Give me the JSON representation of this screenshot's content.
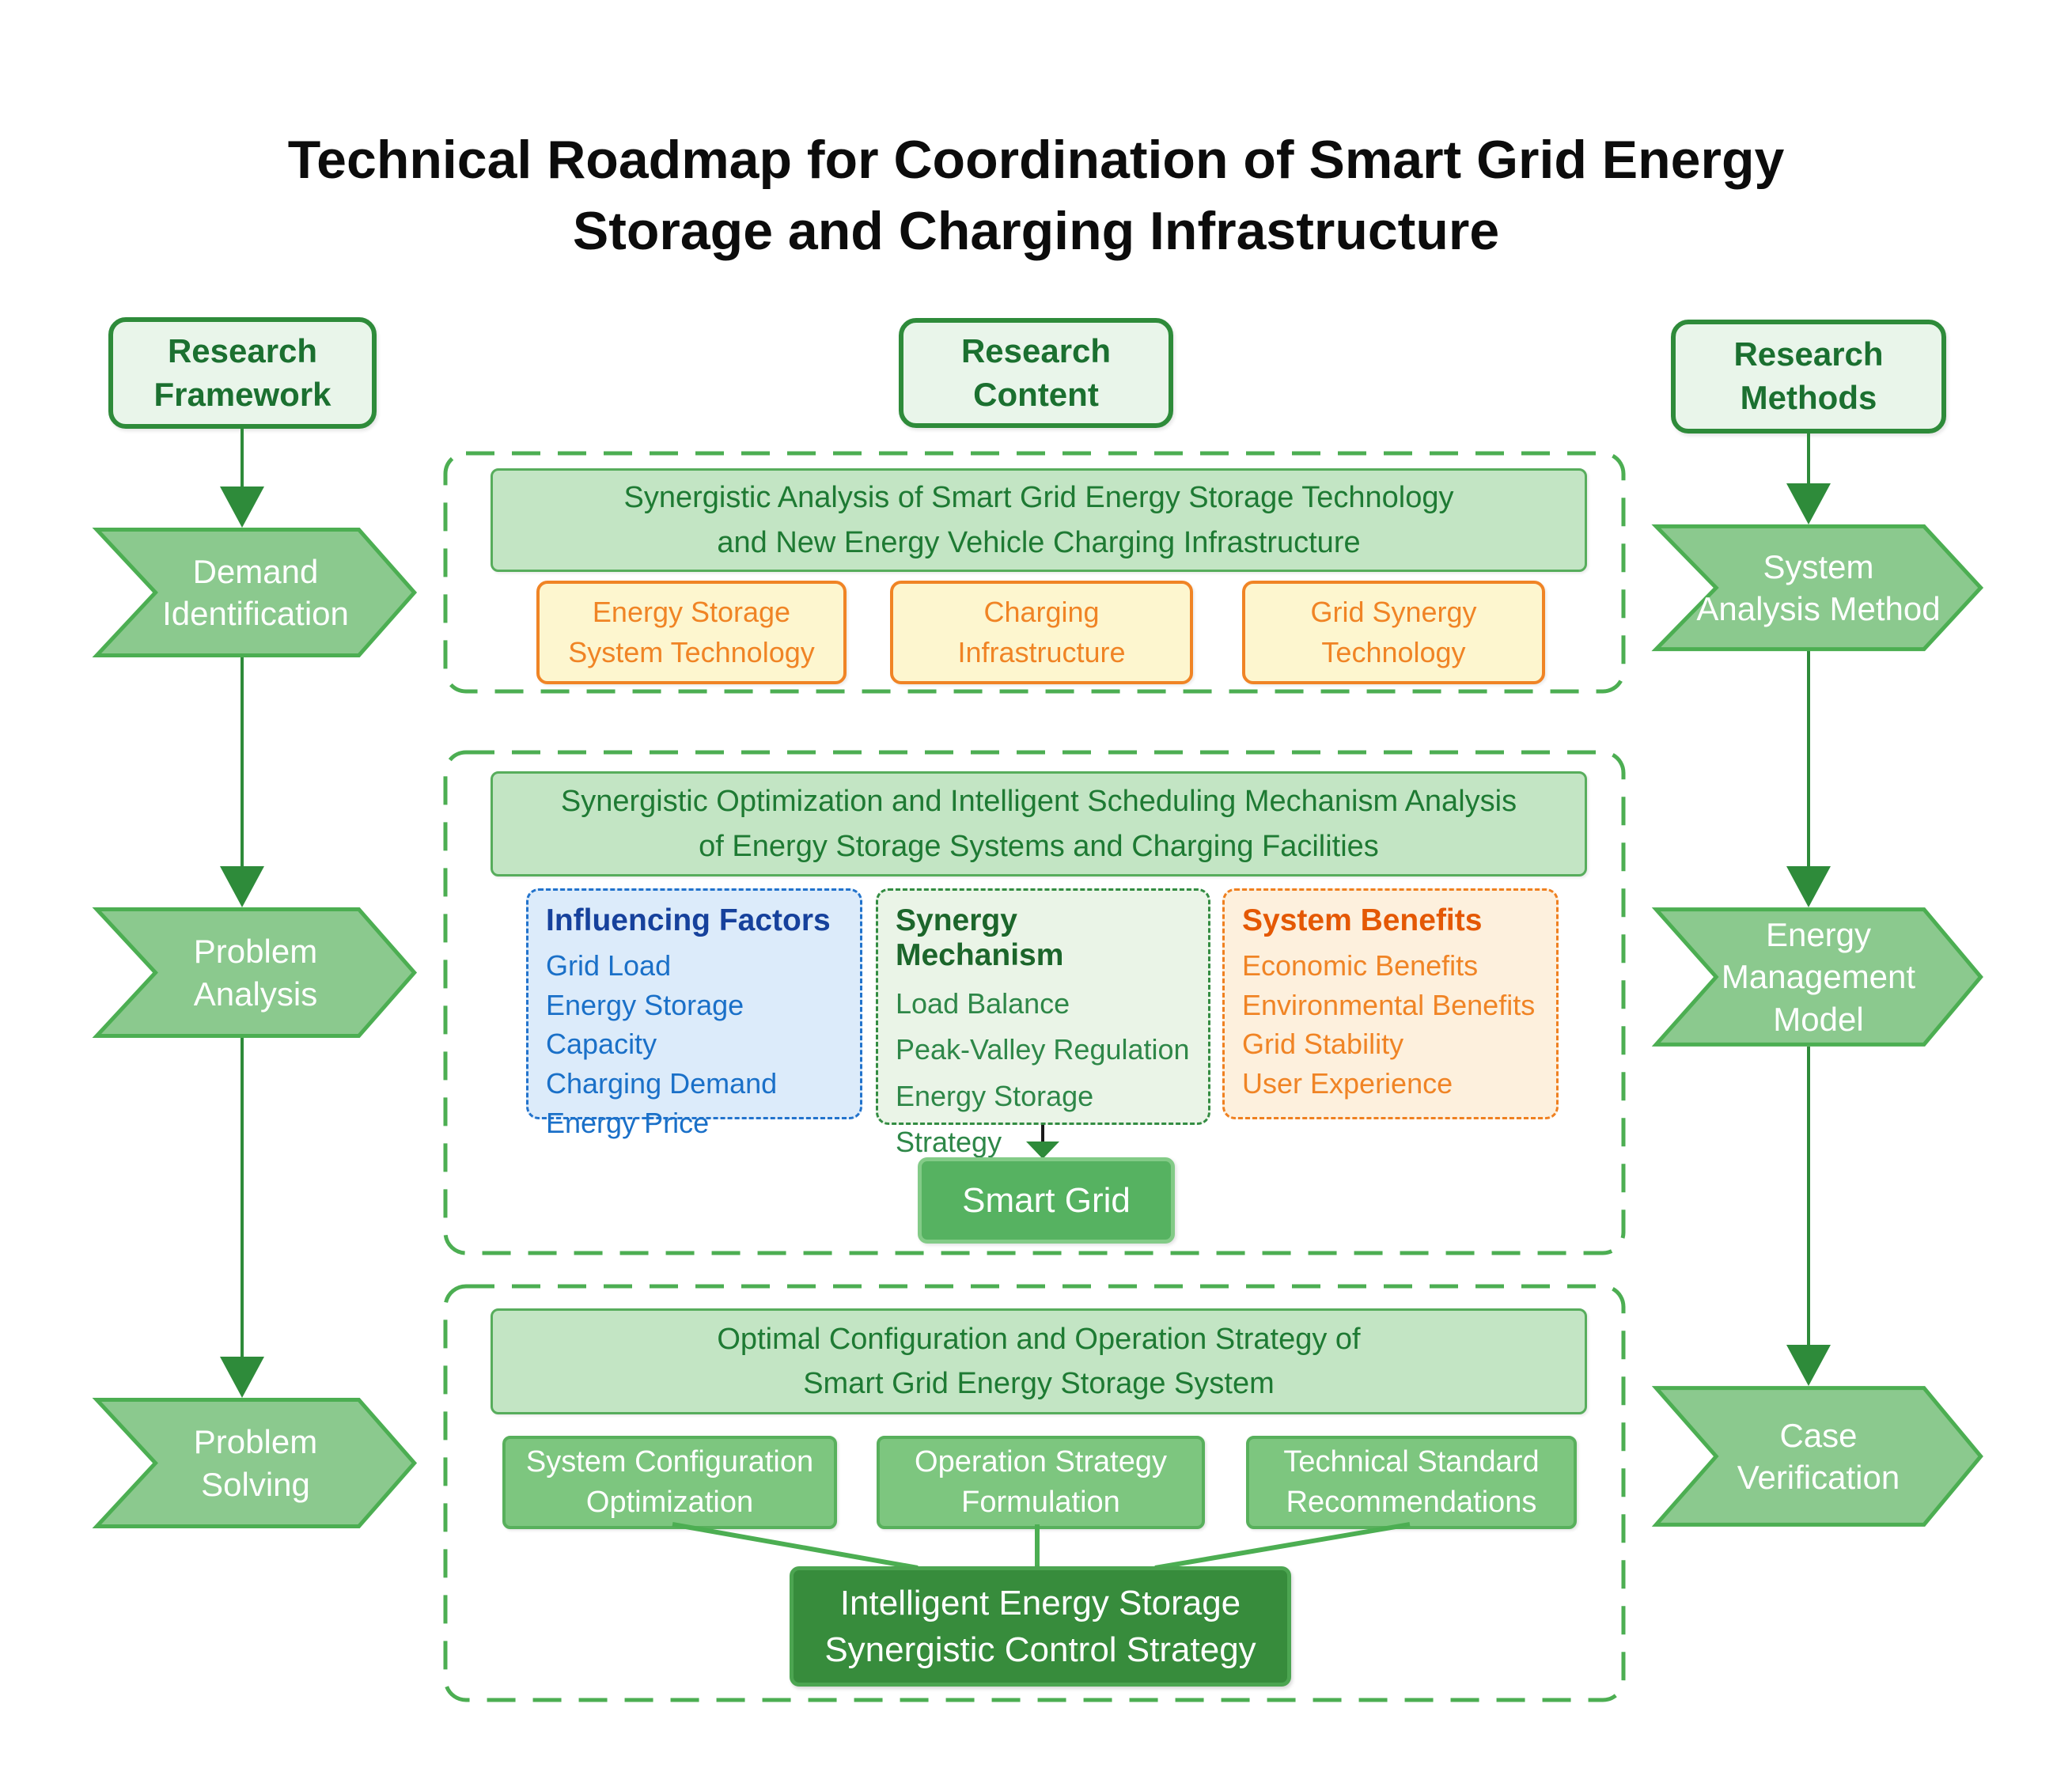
{
  "title": "Technical Roadmap for Coordination of Smart Grid Energy\nStorage and Charging Infrastructure",
  "colors": {
    "dark_green": "#2e8b3a",
    "mid_green": "#4cae52",
    "chevron_fill": "#8bc98e",
    "light_green_fill": "#c3e5c4",
    "orange": "#f08425",
    "blue": "#1a70c8",
    "result_green": "#378c3c"
  },
  "left_column": {
    "header": "Research\nFramework",
    "steps": [
      "Demand\nIdentification",
      "Problem\nAnalysis",
      "Problem\nSolving"
    ]
  },
  "center_column": {
    "header": "Research\nContent"
  },
  "right_column": {
    "header": "Research\nMethods",
    "steps": [
      "System\nAnalysis Method",
      "Energy\nManagement\nModel",
      "Case\nVerification"
    ]
  },
  "section1": {
    "header": "Synergistic Analysis of Smart Grid Energy Storage Technology\nand New Energy Vehicle Charging Infrastructure",
    "boxes": [
      "Energy Storage\nSystem Technology",
      "Charging\nInfrastructure",
      "Grid Synergy\nTechnology"
    ]
  },
  "section2": {
    "header": "Synergistic Optimization and Intelligent Scheduling Mechanism Analysis\nof Energy Storage Systems and Charging Facilities",
    "factors": {
      "title": "Influencing Factors",
      "items": [
        "Grid Load",
        "Energy Storage Capacity",
        "Charging Demand",
        "Energy Price"
      ]
    },
    "mechanism": {
      "title": "Synergy Mechanism",
      "items": [
        "Load Balance",
        "Peak-Valley Regulation",
        "Energy Storage Strategy"
      ]
    },
    "benefits": {
      "title": "System Benefits",
      "items": [
        "Economic Benefits",
        "Environmental Benefits",
        "Grid Stability",
        "User Experience"
      ]
    },
    "target": "Smart Grid"
  },
  "section3": {
    "header": "Optimal Configuration and Operation Strategy of\nSmart Grid Energy Storage System",
    "boxes": [
      "System Configuration\nOptimization",
      "Operation Strategy\nFormulation",
      "Technical Standard\nRecommendations"
    ],
    "result": "Intelligent Energy Storage\nSynergistic Control Strategy"
  }
}
